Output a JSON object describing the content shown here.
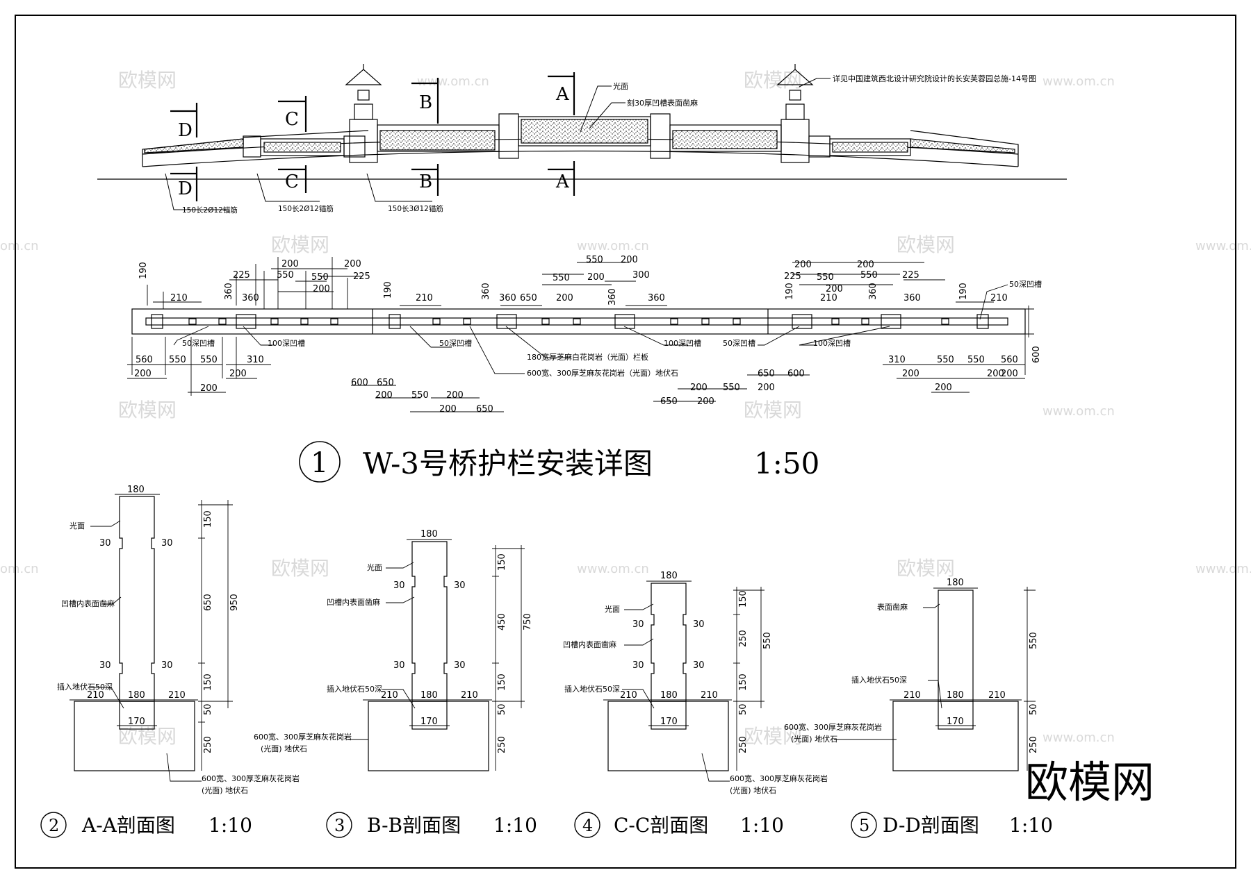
{
  "colors": {
    "ink": "#000000",
    "paper": "#ffffff",
    "watermark": "#d9d9d9"
  },
  "elevation": {
    "section_letters": [
      "A",
      "B",
      "C",
      "D"
    ],
    "label_face_polished": "光面",
    "label_groove": "刻30厚凹槽表面凿麻",
    "label_reference": "详见中国建筑西北设计研究院设计的长安芙蓉园总施-14号图",
    "anchor_left": "150长2Ø12锚筋",
    "anchor_mid": "150长2Ø12锚筋",
    "anchor_right": "150长3Ø12锚筋"
  },
  "plan": {
    "groove_50": "50深凹槽",
    "groove_100": "100深凹槽",
    "rail_panel": "180宽厚芝麻白花岗岩（光面）栏板",
    "sill_stone": "600宽、300厚芝麻灰花岗岩（光面）地伏石",
    "d190": "190",
    "d210": "210",
    "d225": "225",
    "d200": "200",
    "d300": "300",
    "d310": "310",
    "d360": "360",
    "d550": "550",
    "d560": "560",
    "d600": "600",
    "d650": "650"
  },
  "main_title": {
    "number": "①",
    "text": "W-3号桥护栏安装详图",
    "scale": "1:50"
  },
  "sections": {
    "face": "光面",
    "groove_face": "凹槽内表面凿麻",
    "surface_rough": "表面凿麻",
    "insert": "插入地伏石50深",
    "sill_line1": "600宽、300厚芝麻灰花岗岩",
    "sill_line2": "(光面) 地伏石",
    "d30": "30",
    "d180": "180",
    "d210": "210",
    "d170": "170",
    "d150": "150",
    "d50": "50",
    "d250": "250",
    "d650": "650",
    "d950": "950",
    "d450": "450",
    "d750": "750",
    "d550": "550"
  },
  "section_titles": [
    {
      "number": "②",
      "text": "A-A剖面图",
      "scale": "1:10"
    },
    {
      "number": "③",
      "text": "B-B剖面图",
      "scale": "1:10"
    },
    {
      "number": "④",
      "text": "C-C剖面图",
      "scale": "1:10"
    },
    {
      "number": "⑤",
      "text": "D-D剖面图",
      "scale": "1:10"
    }
  ],
  "watermark": {
    "cn": "欧模网",
    "url": "www.om.cn",
    "domain": "om.cn",
    "big": "欧模网"
  }
}
